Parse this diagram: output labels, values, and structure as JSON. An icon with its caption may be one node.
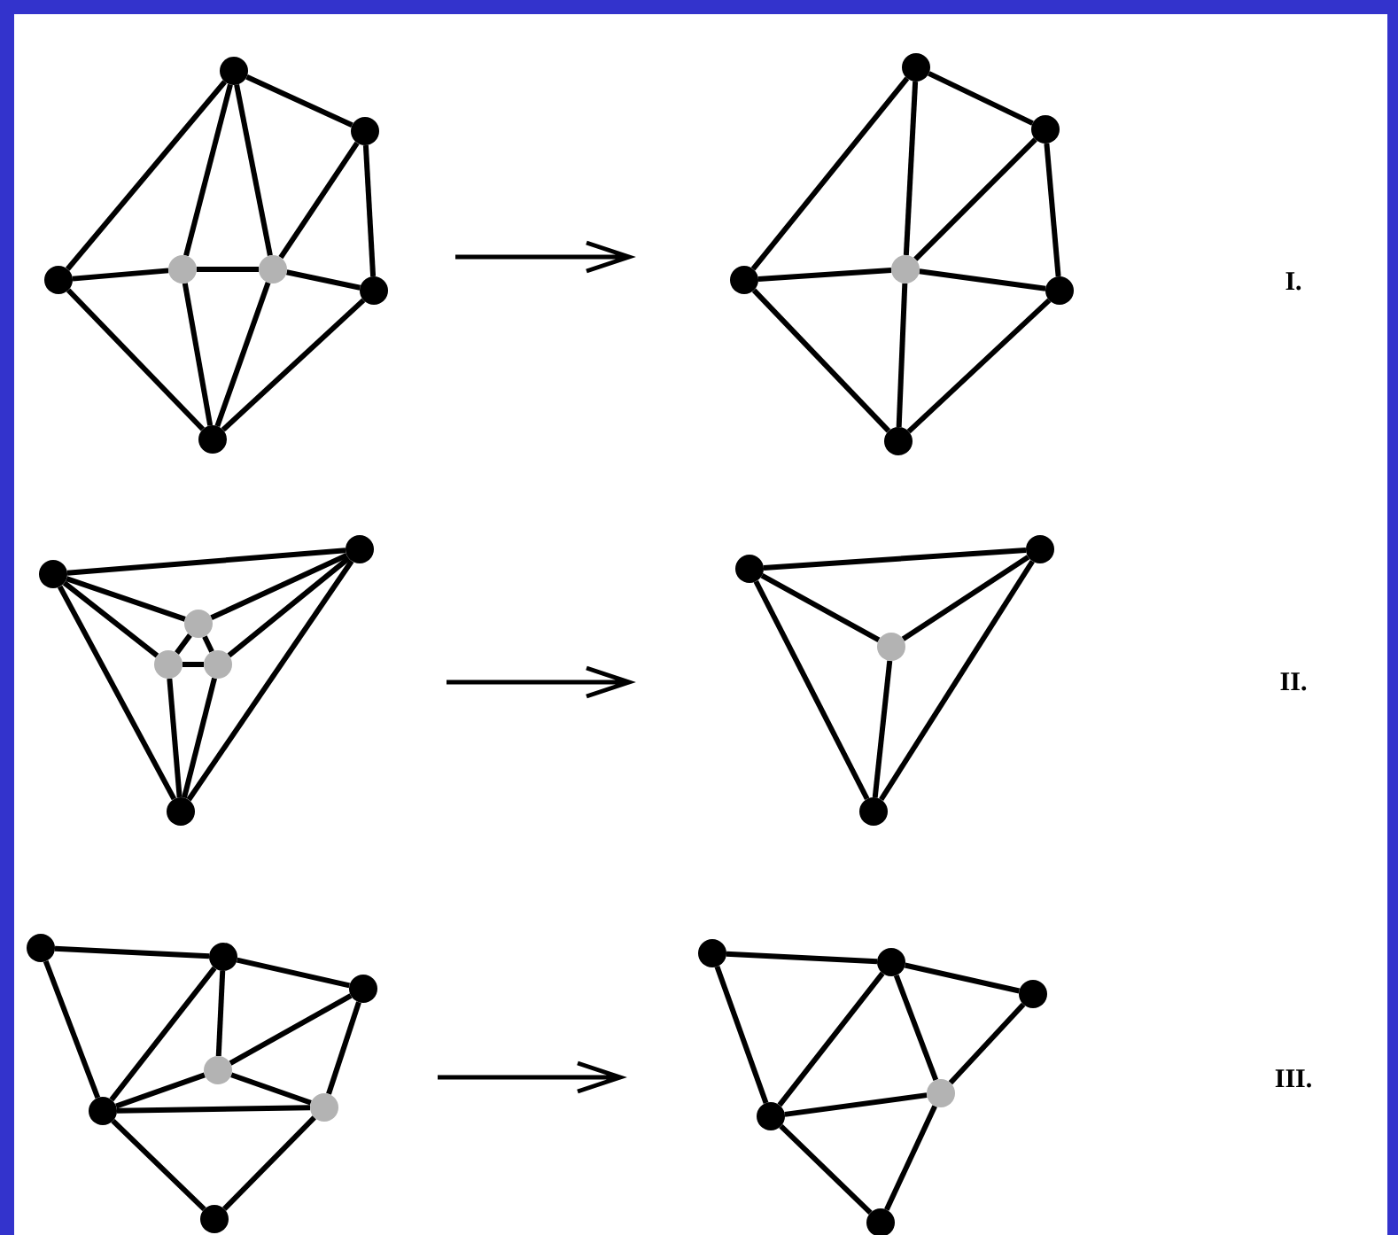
{
  "diagram": {
    "nodes": [
      {
        "text": [],
        "shape": "circle"
      },
      {
        "text": [],
        "shape": "circle"
      },
      {
        "text": [],
        "shape": "circle"
      },
      {
        "text": [],
        "shape": "circle"
      },
      {
        "text": [],
        "shape": "circle"
      },
      {
        "text": [],
        "shape": "circle"
      },
      {
        "text": [],
        "shape": "circle"
      },
      {
        "text": [],
        "shape": "circle"
      },
      {
        "text": [],
        "shape": "circle"
      },
      {
        "text": [],
        "shape": "circle"
      },
      {
        "text": [],
        "shape": "circle"
      },
      {
        "text": [],
        "shape": "circle"
      },
      {
        "text": [],
        "shape": "circle"
      },
      {
        "text": [],
        "shape": "circle"
      },
      {
        "text": [],
        "shape": "circle"
      },
      {
        "text": [],
        "shape": "circle"
      },
      {
        "text": [],
        "shape": "circle"
      },
      {
        "text": [],
        "shape": "circle"
      },
      {
        "text": [],
        "shape": "circle"
      },
      {
        "text": [],
        "shape": "circle"
      },
      {
        "text": [],
        "shape": "circle"
      },
      {
        "text": [],
        "shape": "circle"
      },
      {
        "text": [],
        "shape": "circle"
      },
      {
        "text": [],
        "shape": "circle"
      },
      {
        "text": [],
        "shape": "circle"
      },
      {
        "text": [],
        "shape": "circle"
      },
      {
        "text": [],
        "shape": "circle"
      },
      {
        "text": [],
        "shape": "circle"
      },
      {
        "text": [],
        "shape": "circle"
      },
      {
        "text": [],
        "shape": "circle"
      },
      {
        "text": [],
        "shape": "circle"
      },
      {
        "text": [],
        "shape": "circle"
      },
      {
        "text": [],
        "shape": "circle"
      },
      {
        "text": [],
        "shape": "circle"
      },
      {
        "text": [],
        "shape": "circle"
      },
      {
        "text": [],
        "shape": "circle"
      }
    ],
    "edges": [
      {
        "from": 0,
        "to": 1,
        "arrow": "none"
      },
      {
        "from": 0,
        "to": 2,
        "arrow": "none"
      },
      {
        "from": 0,
        "to": 3,
        "arrow": "none"
      },
      {
        "from": 0,
        "to": 4,
        "arrow": "none"
      },
      {
        "from": 1,
        "to": 4,
        "arrow": "none"
      },
      {
        "from": 1,
        "to": 5,
        "arrow": "none"
      },
      {
        "from": 2,
        "to": 3,
        "arrow": "none"
      },
      {
        "from": 3,
        "to": 4,
        "arrow": "none"
      },
      {
        "from": 4,
        "to": 5,
        "arrow": "none"
      },
      {
        "from": 2,
        "to": 6,
        "arrow": "none"
      },
      {
        "from": 3,
        "to": 6,
        "arrow": "none"
      },
      {
        "from": 4,
        "to": 6,
        "arrow": "none"
      },
      {
        "from": 5,
        "to": 6,
        "arrow": "none"
      },
      {
        "from": 7,
        "to": 8,
        "arrow": "none"
      },
      {
        "from": 7,
        "to": 9,
        "arrow": "none"
      },
      {
        "from": 7,
        "to": 10,
        "arrow": "none"
      },
      {
        "from": 8,
        "to": 10,
        "arrow": "none"
      },
      {
        "from": 8,
        "to": 11,
        "arrow": "none"
      },
      {
        "from": 9,
        "to": 10,
        "arrow": "none"
      },
      {
        "from": 10,
        "to": 11,
        "arrow": "none"
      },
      {
        "from": 9,
        "to": 12,
        "arrow": "none"
      },
      {
        "from": 10,
        "to": 12,
        "arrow": "none"
      },
      {
        "from": 11,
        "to": 12,
        "arrow": "none"
      },
      {
        "from": 13,
        "to": 14,
        "arrow": "none"
      },
      {
        "from": 13,
        "to": 15,
        "arrow": "none"
      },
      {
        "from": 13,
        "to": 16,
        "arrow": "none"
      },
      {
        "from": 13,
        "to": 18,
        "arrow": "none"
      },
      {
        "from": 14,
        "to": 15,
        "arrow": "none"
      },
      {
        "from": 14,
        "to": 17,
        "arrow": "none"
      },
      {
        "from": 14,
        "to": 18,
        "arrow": "none"
      },
      {
        "from": 15,
        "to": 16,
        "arrow": "none"
      },
      {
        "from": 15,
        "to": 17,
        "arrow": "none"
      },
      {
        "from": 16,
        "to": 17,
        "arrow": "none"
      },
      {
        "from": 16,
        "to": 18,
        "arrow": "none"
      },
      {
        "from": 17,
        "to": 18,
        "arrow": "none"
      },
      {
        "from": 19,
        "to": 20,
        "arrow": "none"
      },
      {
        "from": 19,
        "to": 21,
        "arrow": "none"
      },
      {
        "from": 19,
        "to": 22,
        "arrow": "none"
      },
      {
        "from": 20,
        "to": 21,
        "arrow": "none"
      },
      {
        "from": 20,
        "to": 22,
        "arrow": "none"
      },
      {
        "from": 21,
        "to": 22,
        "arrow": "none"
      },
      {
        "from": 23,
        "to": 24,
        "arrow": "none"
      },
      {
        "from": 23,
        "to": 27,
        "arrow": "none"
      },
      {
        "from": 24,
        "to": 25,
        "arrow": "none"
      },
      {
        "from": 24,
        "to": 27,
        "arrow": "none"
      },
      {
        "from": 24,
        "to": 26,
        "arrow": "none"
      },
      {
        "from": 25,
        "to": 26,
        "arrow": "none"
      },
      {
        "from": 25,
        "to": 28,
        "arrow": "none"
      },
      {
        "from": 26,
        "to": 27,
        "arrow": "none"
      },
      {
        "from": 26,
        "to": 28,
        "arrow": "none"
      },
      {
        "from": 27,
        "to": 28,
        "arrow": "none"
      },
      {
        "from": 27,
        "to": 29,
        "arrow": "none"
      },
      {
        "from": 28,
        "to": 29,
        "arrow": "none"
      },
      {
        "from": 30,
        "to": 31,
        "arrow": "none"
      },
      {
        "from": 30,
        "to": 34,
        "arrow": "none"
      },
      {
        "from": 31,
        "to": 32,
        "arrow": "none"
      },
      {
        "from": 31,
        "to": 34,
        "arrow": "none"
      },
      {
        "from": 31,
        "to": 33,
        "arrow": "none"
      },
      {
        "from": 32,
        "to": 33,
        "arrow": "none"
      },
      {
        "from": 33,
        "to": 34,
        "arrow": "none"
      },
      {
        "from": 33,
        "to": 35,
        "arrow": "none"
      },
      {
        "from": 34,
        "to": 35,
        "arrow": "none"
      }
    ],
    "labels": [
      "I.",
      "II.",
      "III."
    ]
  }
}
